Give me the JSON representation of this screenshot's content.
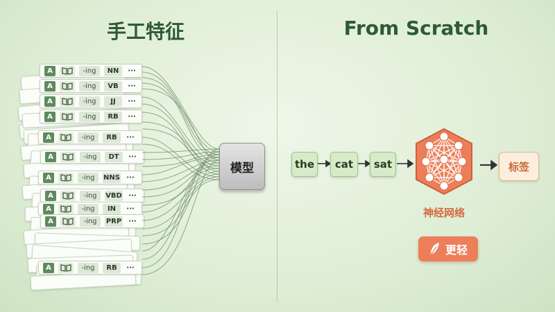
{
  "left": {
    "title": "手工特征",
    "feature_icon_a": "A",
    "feature_icon": "book-icon",
    "suffix": "-ing",
    "more": "···",
    "top_rows": [
      "NN",
      "VB",
      "JJ",
      "RB"
    ],
    "stack_rows": [
      "RB",
      "DT",
      "NNS",
      "VBD",
      "IN",
      "PRP",
      "RB"
    ],
    "model_label": "模型"
  },
  "right": {
    "title": "From Scratch",
    "tokens": [
      "the",
      "cat",
      "sat"
    ],
    "network_label": "神经网络",
    "output_label": "标签",
    "lighter_badge": "更轻",
    "badge_icon": "feather-icon"
  },
  "colors": {
    "title": "#2e5a34",
    "card_tag_green": "#5f8a5e",
    "token_fill": "#d8ebc9",
    "network_orange": "#ec7f5a",
    "label_orange": "#c76a36"
  }
}
